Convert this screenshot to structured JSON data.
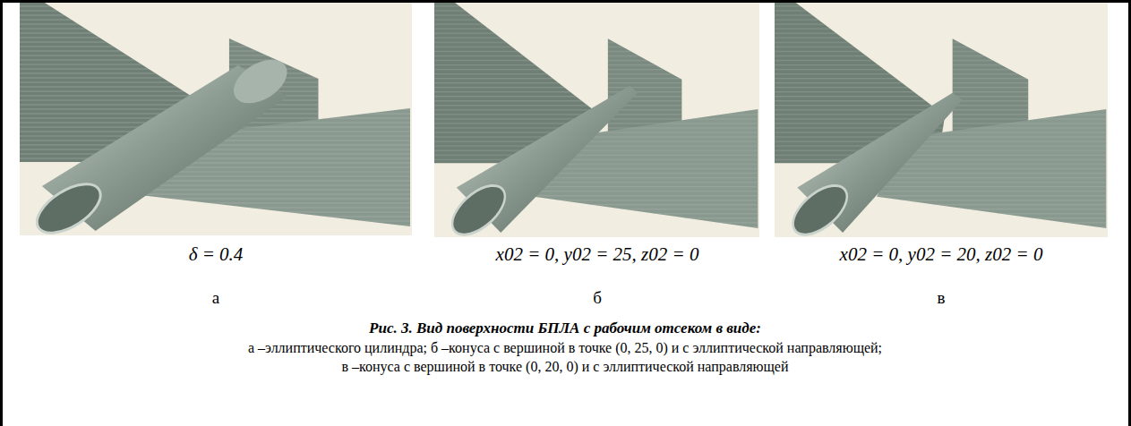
{
  "diagram": {
    "caption": "Рис. 3. Вид поверхности БПЛА с рабочим отсеком в виде:",
    "labels": [
      "δ = 0.4",
      "x02 = 0, y02 = 25, z02 = 0",
      "x02 = 0, y02 = 20, z02 = 0",
      "а",
      "б",
      "в",
      "а –эллиптического цилиндра; б –конуса с вершиной в точке (0, 25, 0) и с эллиптической направляющей;",
      "в –конуса с вершиной в точке (0, 20, 0) и с эллиптической направляющей"
    ]
  }
}
